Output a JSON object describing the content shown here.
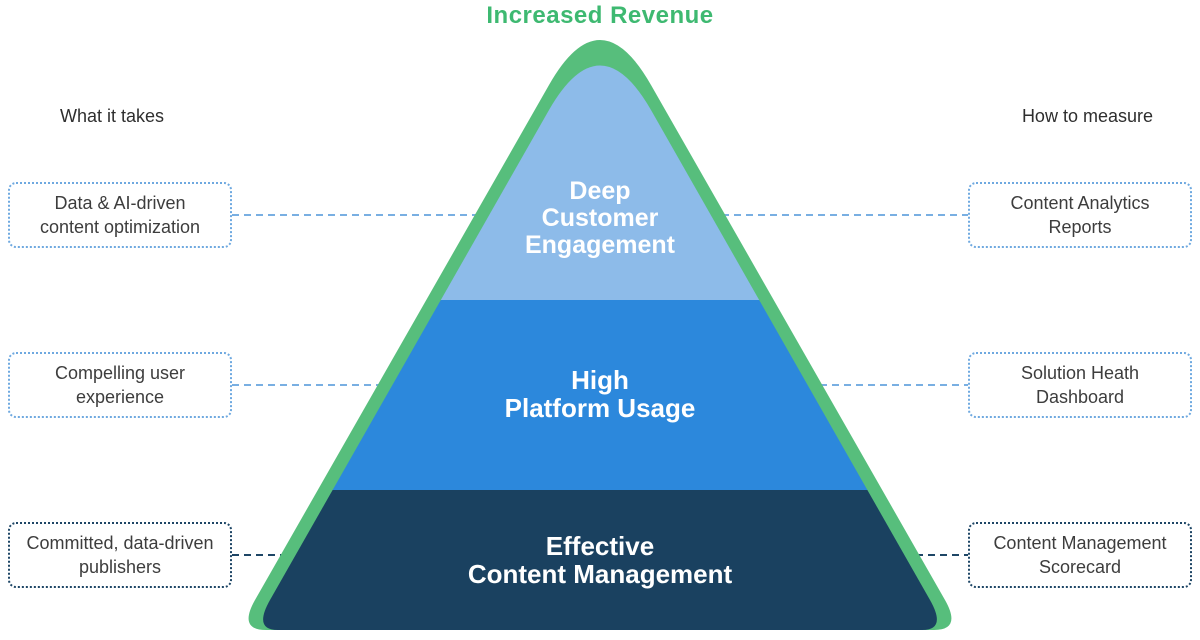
{
  "title": {
    "text": "Increased Revenue",
    "color": "#3EB971"
  },
  "column_labels": {
    "left": "What it takes",
    "right": "How to measure"
  },
  "pyramid": {
    "border_color": "#57BE7C",
    "tiers": [
      {
        "lines": [
          "Deep",
          "Customer",
          "Engagement"
        ],
        "color": "#8DBBE9"
      },
      {
        "lines": [
          "High",
          "Platform Usage"
        ],
        "color": "#2C88DC"
      },
      {
        "lines": [
          "Effective",
          "Content Management"
        ],
        "color": "#1A4160"
      }
    ]
  },
  "rows": [
    {
      "left_lines": [
        "Data & AI-driven",
        "content optimization"
      ],
      "right_lines": [
        "Content Analytics",
        "Reports"
      ],
      "connector_color": "#79AFE2",
      "border_color": "#6FA9E0"
    },
    {
      "left_lines": [
        "Compelling user",
        "experience"
      ],
      "right_lines": [
        "Solution Heath",
        "Dashboard"
      ],
      "connector_color": "#79AFE2",
      "border_color": "#6FA9E0"
    },
    {
      "left_lines": [
        "Committed, data-driven",
        "publishers"
      ],
      "right_lines": [
        "Content Management",
        "Scorecard"
      ],
      "connector_color": "#1E4666",
      "border_color": "#1E4666"
    }
  ]
}
